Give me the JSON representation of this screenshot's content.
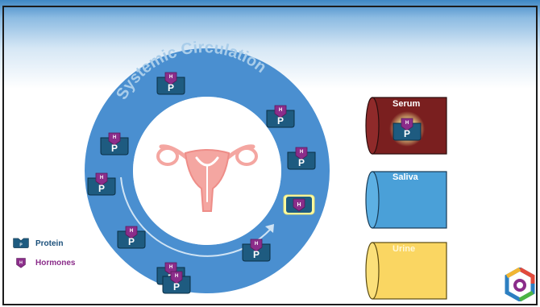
{
  "diagram": {
    "circle_label": "Systemic Circulation",
    "protein_letter": "P",
    "hormone_letter": "H"
  },
  "legend": {
    "protein": "Protein",
    "hormones": "Hormones"
  },
  "containers": [
    {
      "label": "Serum",
      "color": "#7a1f1f"
    },
    {
      "label": "Saliva",
      "color": "#4aa0d8"
    },
    {
      "label": "Urine",
      "color": "#fad662"
    }
  ],
  "colors": {
    "circulation_ring": "#4a8fd0",
    "protein": "#1e5b80",
    "hormone": "#8b2d8a",
    "uterus": "#f4a6a1"
  }
}
